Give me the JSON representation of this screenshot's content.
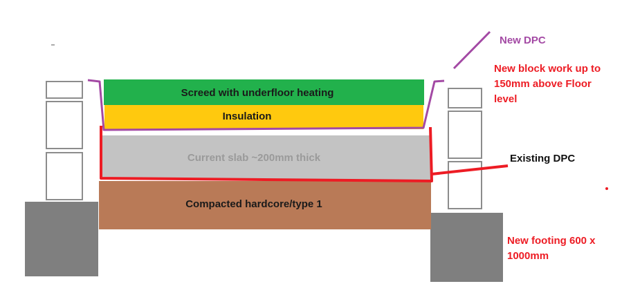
{
  "layers": {
    "screed": "Screed with underfloor heating",
    "insulation": "Insulation",
    "slab": "Current slab ~200mm thick",
    "hardcore": "Compacted hardcore/type 1"
  },
  "annotations": {
    "new_dpc": "New DPC",
    "block_work_1": "New block work up to",
    "block_work_2": "150mm above Floor",
    "block_work_3": "level",
    "existing_dpc": "Existing DPC",
    "footing_1": "New footing 600 x",
    "footing_2": "1000mm"
  },
  "colors": {
    "screed": "#22b14c",
    "insulation": "#ffc90e",
    "slab": "#c3c3c3",
    "slab_text": "#9a9a9a",
    "hardcore": "#b97a57",
    "footing": "#7f7f7f",
    "dpc_new": "#a349a4",
    "dpc_existing": "#ed1c24",
    "annotation_red": "#ed1c24",
    "annotation_purple": "#a349a4",
    "blocks": "#8c8c8c"
  }
}
